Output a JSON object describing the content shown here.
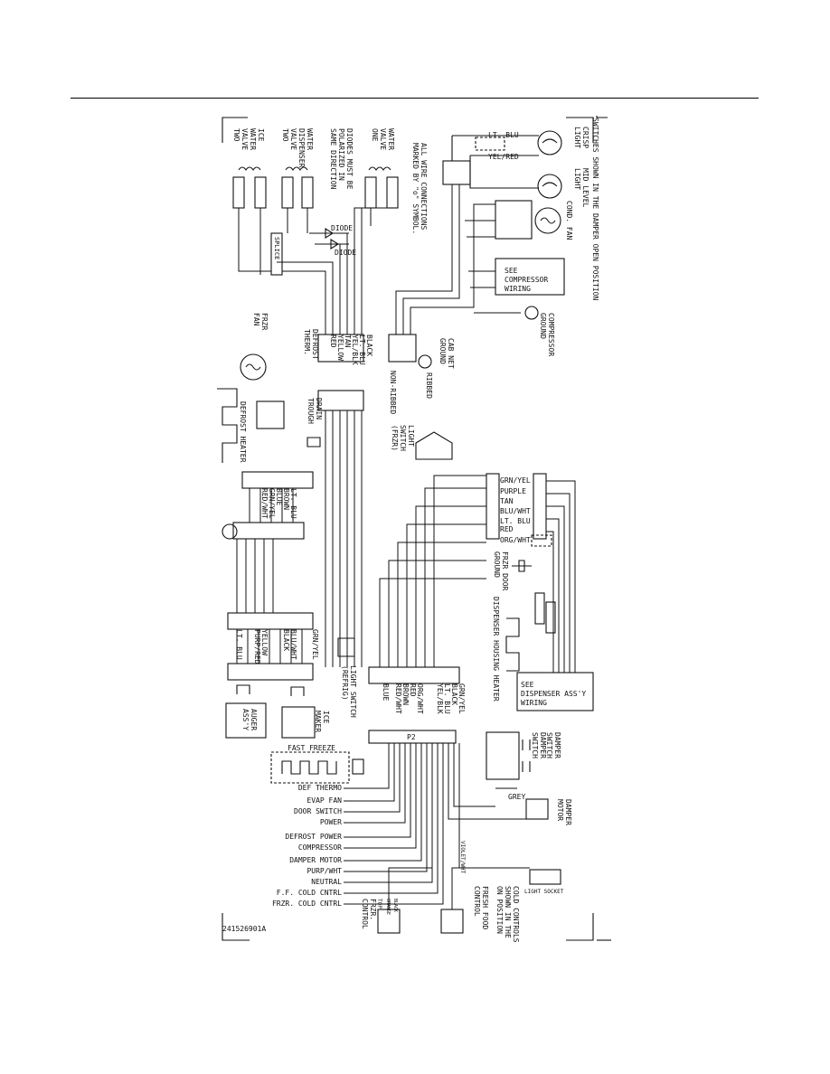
{
  "doc_number": "241526901A",
  "notes": {
    "all_wire": "ALL WIRE CONNECTIONS",
    "marked_by": "MARKED BY \"o\" SYMBOL.",
    "diodes_1": "DIODES MUST BE",
    "diodes_2": "POLARIZED IN",
    "diodes_3": "SAME DIRECTION",
    "switches": "SWITCHES SHOWN IN THE DAMPER OPEN POSITION",
    "cold_1": "COLD CONTROLS",
    "cold_2": "SHOWN IN THE",
    "cold_3": "ON POSITION"
  },
  "components": {
    "ice_valve": [
      "ICE",
      "WATER",
      "VALVE",
      "TWO"
    ],
    "disp_valve": [
      "WATER",
      "DISPENSER",
      "VALVE",
      "TWO"
    ],
    "water_valve_one": [
      "WATER",
      "VALVE",
      "ONE"
    ],
    "crisp": [
      "CRISP",
      "LIGHT"
    ],
    "mid_level": [
      "MID LEVEL",
      "LIGHT"
    ],
    "cond_fan": [
      "COND. FAN"
    ],
    "compressor": [
      "SEE",
      "COMPRESSOR",
      "WIRING"
    ],
    "comp_ground": [
      "COMPRESSOR",
      "GROUND"
    ],
    "cab_ground": [
      "CAB NET",
      "GROUND"
    ],
    "ribbed": "RIBBED",
    "non_ribbed": "NON-RIBBED",
    "frzr_fan": [
      "FRZR",
      "FAN"
    ],
    "defrost_therm": [
      "DEFROST",
      "THERM."
    ],
    "drain_trough": [
      "DRAIN",
      "TROUGH"
    ],
    "defrost_heater": "DEFROST HEATER",
    "light_switch_frzr": [
      "LIGHT",
      "SWITCH",
      "(FRZR)"
    ],
    "frzr_door": [
      "FRZR DOOR",
      "GROUND"
    ],
    "disp_heater": "DISPENSER HOUSING HEATER",
    "disp_assy": [
      "SEE",
      "DISPENSER ASS'Y",
      "WIRING"
    ],
    "auger": [
      "AUGER",
      "ASS'Y"
    ],
    "ice_maker": [
      "ICE",
      "MAKER"
    ],
    "light_switch_refrig": [
      "LIGHT SWITCH",
      "(REFRIG)"
    ],
    "damper_switch": [
      "DAMPER",
      "SWITCH"
    ],
    "damper_switch2": [
      "DAMPER",
      "SWITCH"
    ],
    "damper_motor": [
      "DAMPER",
      "MOTOR"
    ],
    "grey": "GREY",
    "light_socket": "LIGHT SOCKET",
    "fresh_food": [
      "FRESH FOOD",
      "CONTROL"
    ],
    "frzr_control": [
      "TOP",
      "FRZR.",
      "CONTROL"
    ],
    "fast_freeze": "FAST FREEZE",
    "p2": "P2",
    "diode": "DIODE",
    "splice": "SPLICE",
    "violet_wht": "VIOLET/WHT",
    "orange": "ORANGE",
    "black_label": "BLACK"
  },
  "wire_labels": {
    "lt_blu": "LT. BLU",
    "yel_red": "YEL/RED",
    "conn_a": [
      "BLACK",
      "LT. BLU",
      "YEL/BLK",
      "TAN",
      "YELLOW",
      "RED"
    ],
    "conn_b": [
      "LT. BLU",
      "BROWN",
      "BLUE",
      "GRN/YEL",
      "RED/WHT"
    ],
    "conn_c": [
      "GRN/YEL",
      "BLU/WHT",
      "BLACK",
      "YELLOW",
      "PURP/RED",
      "LT. BLU"
    ],
    "conn_d": [
      "GRN/YEL",
      "PURPLE",
      "TAN",
      "BLU/WHT",
      "LT. BLU",
      "RED",
      "ORG/WHT"
    ],
    "conn_e": [
      "GRN/YEL",
      "BLACK",
      "LT. BLU",
      "YEL/BLK",
      "ORG/WHT",
      "RED",
      "BROWN",
      "RED/WHT",
      "BLUE"
    ]
  },
  "p2_terminals": [
    "DEF THERMO",
    "EVAP FAN",
    "DOOR SWITCH",
    "POWER",
    "DEFROST POWER",
    "COMPRESSOR",
    "DAMPER MOTOR",
    "PURP/WHT",
    "NEUTRAL",
    "F.F. COLD CNTRL",
    "FRZR. COLD CNTRL"
  ]
}
